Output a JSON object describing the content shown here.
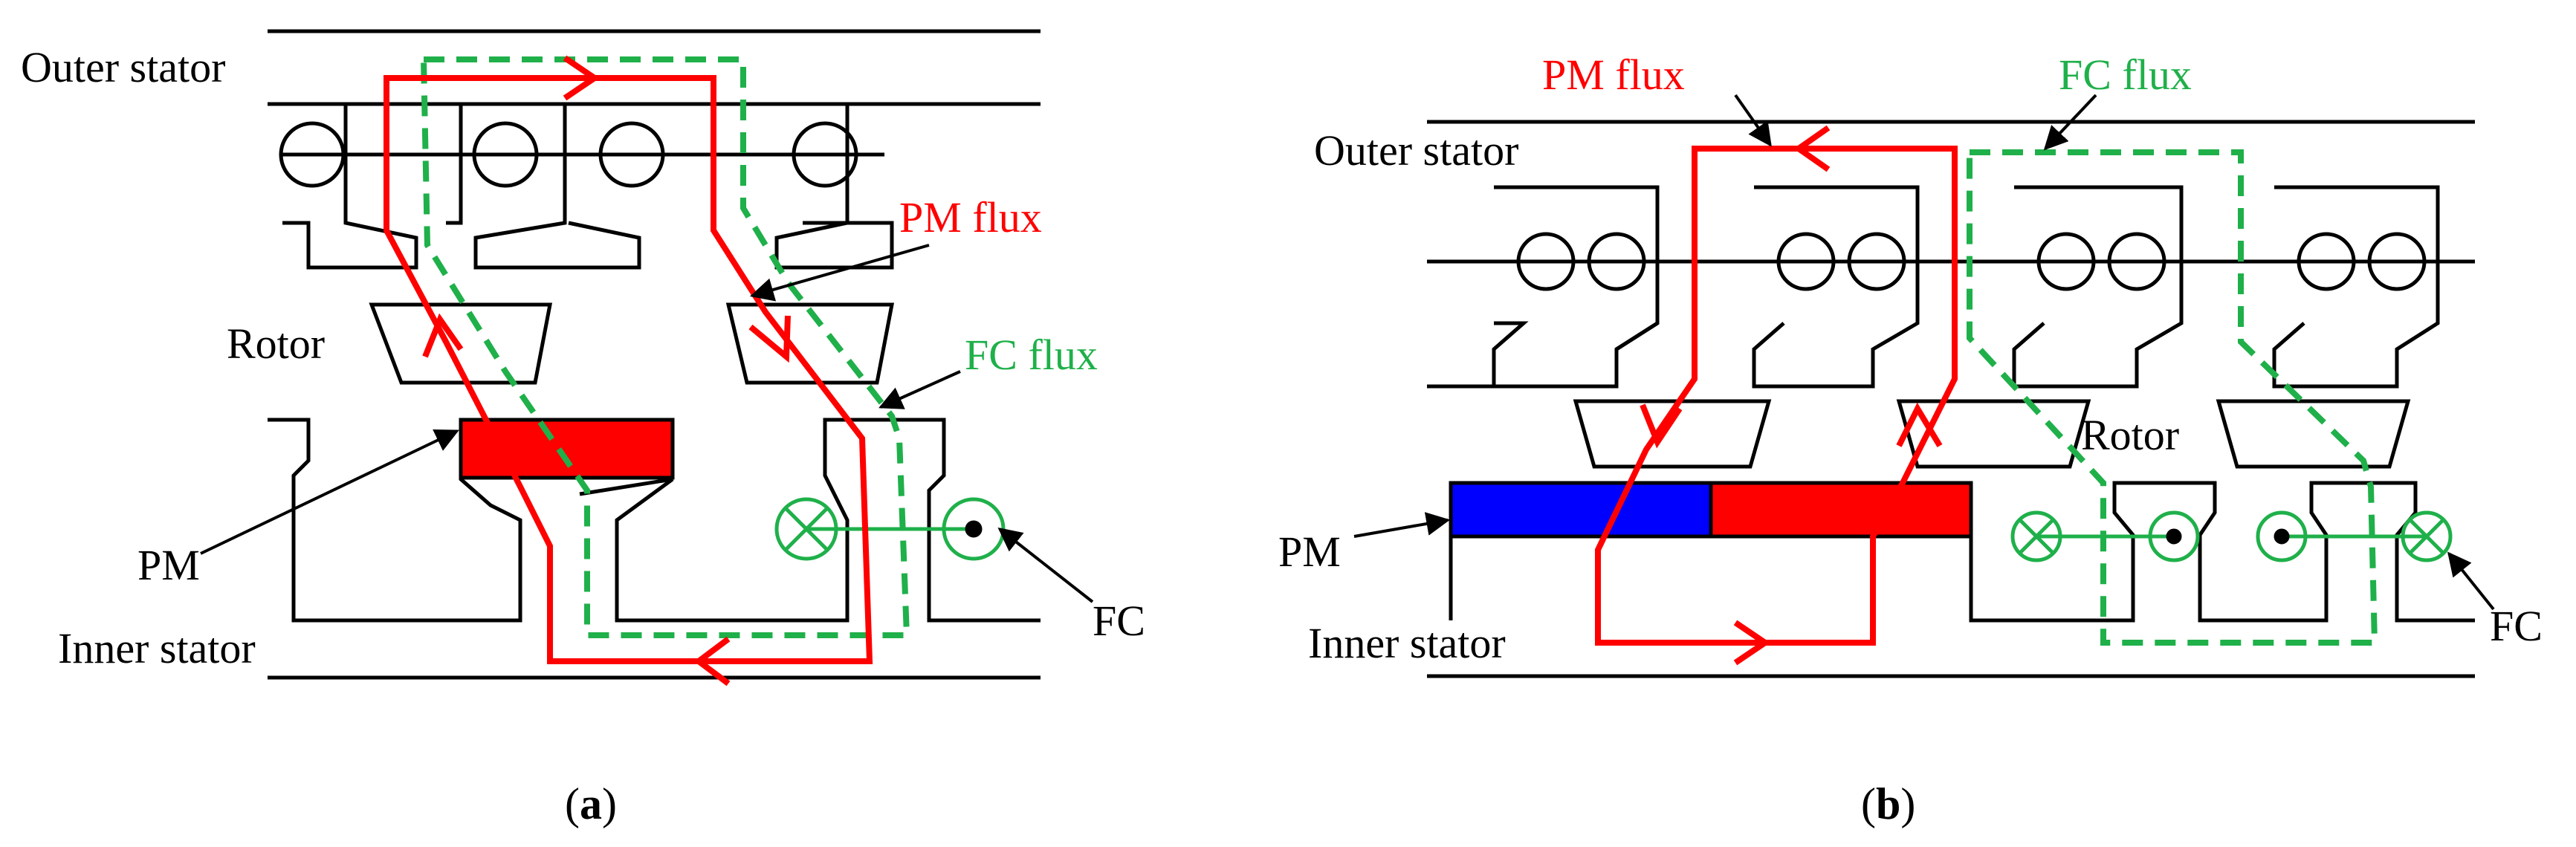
{
  "panel_a": {
    "caption_letter": "a",
    "labels": {
      "outer_stator": "Outer stator",
      "rotor": "Rotor",
      "pm": "PM",
      "inner_stator": "Inner stator",
      "pm_flux": "PM flux",
      "fc_flux": "FC flux",
      "fc": "FC"
    }
  },
  "panel_b": {
    "caption_letter": "b",
    "labels": {
      "outer_stator": "Outer stator",
      "rotor": "Rotor",
      "pm": "PM",
      "inner_stator": "Inner stator",
      "pm_flux": "PM flux",
      "fc_flux": "FC flux",
      "fc": "FC"
    }
  },
  "colors": {
    "pm_flux": "#ff0000",
    "fc_flux": "#1fb04a",
    "pm_red": "#ff0000",
    "pm_blue": "#0000ff",
    "outline": "#000000"
  }
}
